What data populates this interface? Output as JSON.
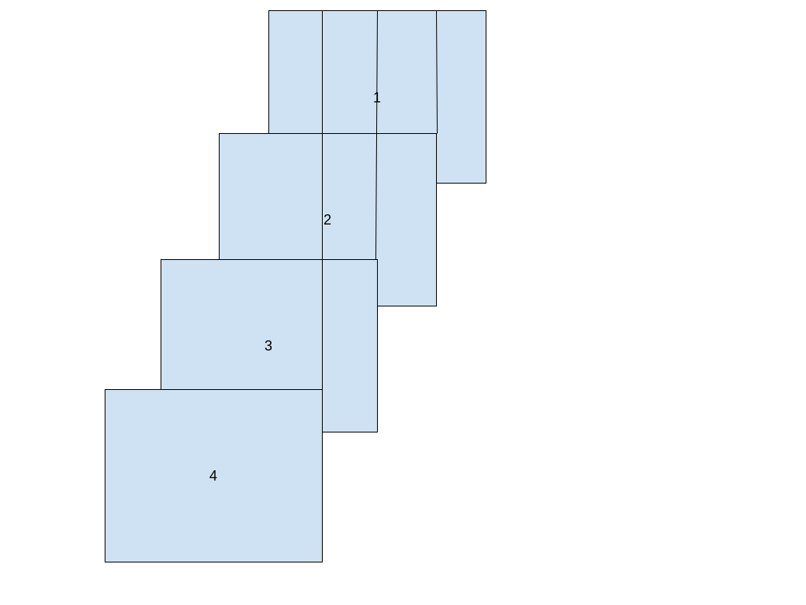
{
  "diagram": {
    "boxes": [
      {
        "id": "box-1",
        "label": "1"
      },
      {
        "id": "box-2",
        "label": "2"
      },
      {
        "id": "box-3",
        "label": "3"
      },
      {
        "id": "box-4",
        "label": "4"
      }
    ],
    "colors": {
      "fill": "#cfe2f3",
      "stroke": "#000000",
      "background": "#ffffff"
    }
  }
}
